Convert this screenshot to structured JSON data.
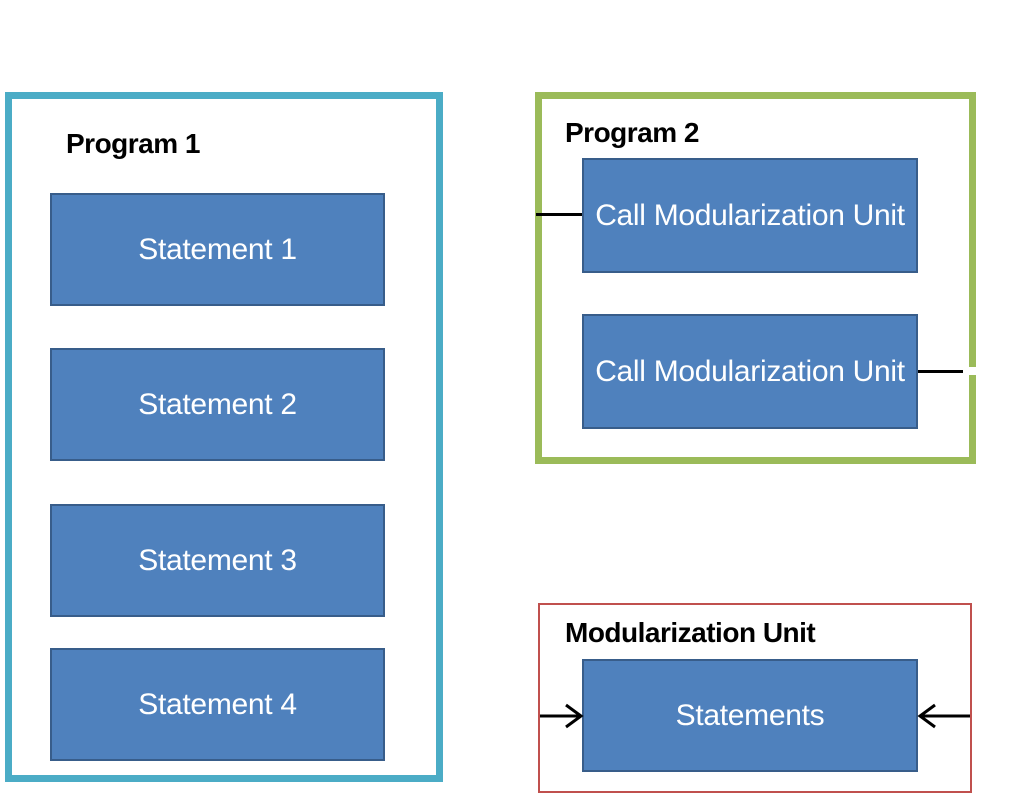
{
  "program1": {
    "title": "Program 1",
    "statements": [
      "Statement 1",
      "Statement 2",
      "Statement 3",
      "Statement 4"
    ]
  },
  "program2": {
    "title": "Program 2",
    "calls": [
      "Call Modularization Unit",
      "Call Modularization Unit"
    ]
  },
  "module": {
    "title": "Modularization Unit",
    "body": "Statements"
  },
  "colors": {
    "program1_border": "#4bacc6",
    "program2_border": "#9bbb59",
    "module_border": "#c0504d",
    "box_fill": "#4f81bd",
    "box_border": "#385d8a"
  }
}
